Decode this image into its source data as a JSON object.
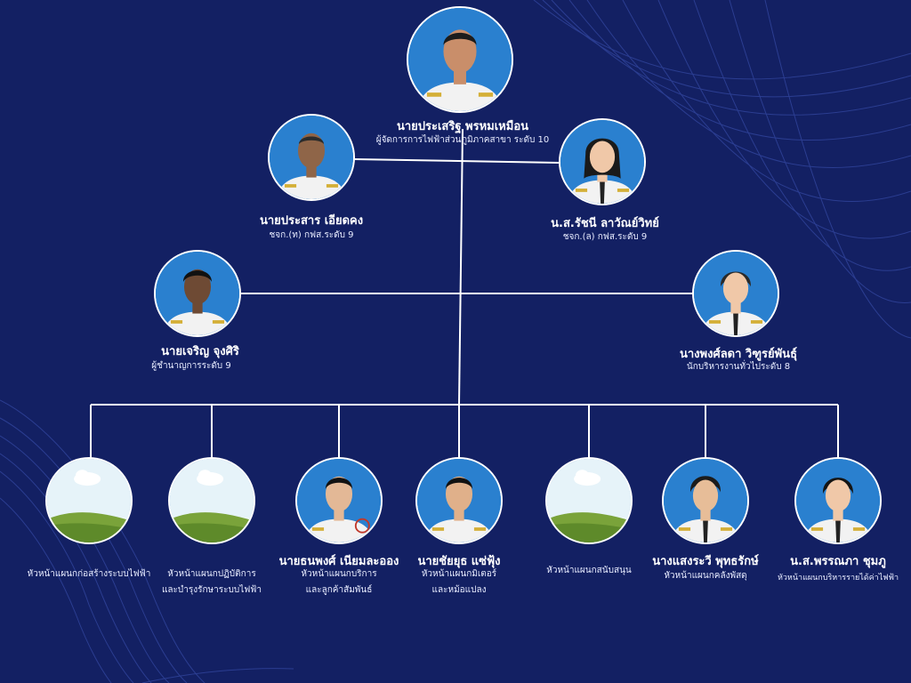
{
  "colors": {
    "background": "#132063",
    "line": "#ffffff",
    "photo_bg": "#1d72c4"
  },
  "top": {
    "name": "นายประเสริฐ พรหมเหมือน",
    "title": "ผู้จัดการการไฟฟ้าส่วนภูมิภาคสาขา ระดับ 10"
  },
  "deputies": [
    {
      "name": "นายประสาร เอียดคง",
      "title": "ชจก.(ท) กฟส.ระดับ 9"
    },
    {
      "name": "น.ส.รัชนี ลาวัณย์วิทย์",
      "title": "ชจก.(ล) กฟส.ระดับ 9"
    }
  ],
  "staff": [
    {
      "name": "นายเจริญ จุงศิริ",
      "title": "ผู้ชำนาญการระดับ 9"
    },
    {
      "name": "นางพงศ์ลดา วิฑูรย์พันธุ์",
      "title": "นักบริหารงานทั่วไประดับ 8"
    }
  ],
  "heads": [
    {
      "name": "",
      "title1": "หัวหน้าแผนกก่อสร้างระบบไฟฟ้า",
      "title2": "",
      "icon": "placeholder-landscape-icon"
    },
    {
      "name": "",
      "title1": "หัวหน้าแผนกปฏิบัติการ",
      "title2": "และบำรุงรักษาระบบไฟฟ้า",
      "icon": "placeholder-landscape-icon"
    },
    {
      "name": "นายธนพงศ์ เนียมละออง",
      "title1": "หัวหน้าแผนกบริการ",
      "title2": "และลูกค้าสัมพันธ์",
      "icon": "person-photo-icon"
    },
    {
      "name": "นายชัยยุธ แซ่ฟุ้ง",
      "title1": "หัวหน้าแผนกมิเตอร์",
      "title2": "และหม้อแปลง",
      "icon": "person-photo-icon"
    },
    {
      "name": "",
      "title1": "หัวหน้าแผนกสนับสนุน",
      "title2": "",
      "icon": "placeholder-landscape-icon"
    },
    {
      "name": "นางแสงระวี พุทธรักษ์",
      "title1": "หัวหน้าแผนกคลังพัสดุ",
      "title2": "",
      "icon": "person-photo-icon"
    },
    {
      "name": "น.ส.พรรณภา ชุมภู",
      "title1": "หัวหน้าแผนกบริหารรายได้ค่าไฟฟ้า",
      "title2": "",
      "icon": "person-photo-icon"
    }
  ]
}
